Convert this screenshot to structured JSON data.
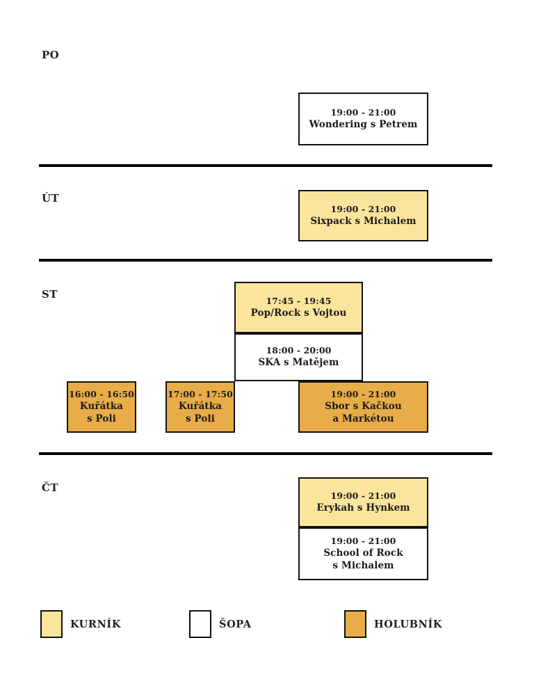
{
  "legend": {
    "items": [
      {
        "name": "KURNÍK",
        "venue_key": "kurnik",
        "color": "#fbe49c"
      },
      {
        "name": "ŠOPA",
        "venue_key": "sopa",
        "color": "#ffffff"
      },
      {
        "name": "HOLUBNÍK",
        "venue_key": "holubnik",
        "color": "#e8ac48"
      }
    ]
  },
  "days": [
    {
      "label": "PO",
      "events": [
        {
          "time": "19:00 - 21:00",
          "title": "Wondering s Petrem",
          "venue": "ŠOPA",
          "venue_key": "sopa"
        }
      ]
    },
    {
      "label": "ÚT",
      "events": [
        {
          "time": "19:00 - 21:00",
          "title": "Sixpack s Michalem",
          "venue": "KURNÍK",
          "venue_key": "kurnik"
        }
      ]
    },
    {
      "label": "ST",
      "events": [
        {
          "time": "17:45 - 19:45",
          "title": "Pop/Rock s Vojtou",
          "venue": "KURNÍK",
          "venue_key": "kurnik"
        },
        {
          "time": "18:00 - 20:00",
          "title": "SKA s Matějem",
          "venue": "ŠOPA",
          "venue_key": "sopa"
        },
        {
          "time": "16:00 - 16:50",
          "title": "Kuřátka\ns Poli",
          "venue": "HOLUBNÍK",
          "venue_key": "holubnik"
        },
        {
          "time": "17:00 - 17:50",
          "title": "Kuřátka\ns Poli",
          "venue": "HOLUBNÍK",
          "venue_key": "holubnik"
        },
        {
          "time": "19:00 - 21:00",
          "title": "Sbor s Kačkou\na Markétou",
          "venue": "HOLUBNÍK",
          "venue_key": "holubnik"
        }
      ]
    },
    {
      "label": "ČT",
      "events": [
        {
          "time": "19:00 - 21:00",
          "title": "Erykah s Hynkem",
          "venue": "KURNÍK",
          "venue_key": "kurnik"
        },
        {
          "time": "19:00 - 21:00",
          "title": "School of Rock\ns Michalem",
          "venue": "ŠOPA",
          "venue_key": "sopa"
        }
      ]
    }
  ]
}
